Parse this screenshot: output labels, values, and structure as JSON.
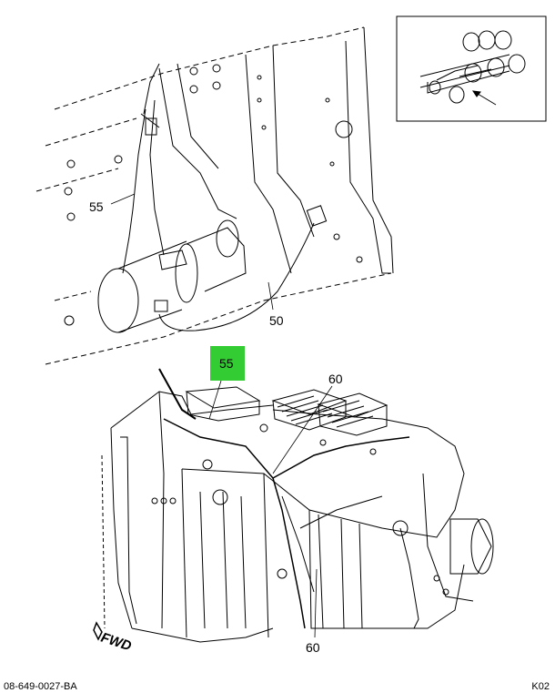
{
  "callouts": {
    "harness_upper": "55",
    "cable_upper": "50",
    "harness_highlight": "55",
    "connector_top": "60",
    "connector_bottom": "60"
  },
  "orientation_label": "FWD",
  "highlight_color": "#33cc33",
  "footer": {
    "drawing_number": "08-649-0027-BA",
    "sheet_code": "K02"
  }
}
